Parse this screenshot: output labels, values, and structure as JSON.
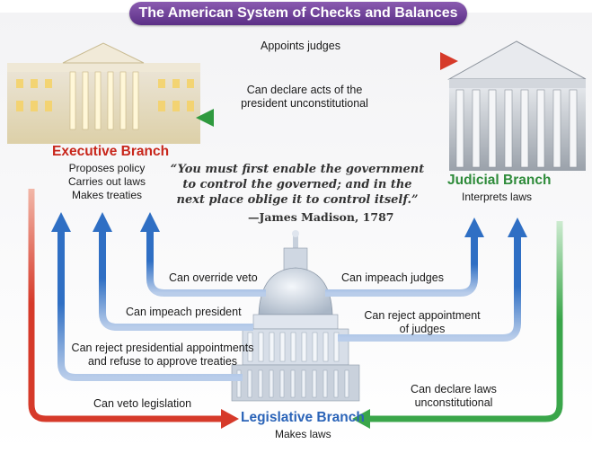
{
  "title": "The American System of Checks and Balances",
  "branches": {
    "executive": {
      "name": "Executive Branch",
      "powers": [
        "Proposes policy",
        "Carries out laws",
        "Makes treaties"
      ]
    },
    "judicial": {
      "name": "Judicial Branch",
      "powers": [
        "Interprets laws"
      ]
    },
    "legislative": {
      "name": "Legislative Branch",
      "powers": [
        "Makes laws"
      ]
    }
  },
  "quote": {
    "text": "“You must first enable the government to control the governed; and in the next place oblige it to control itself.”",
    "attribution": "—James Madison, 1787"
  },
  "checks": {
    "appoints_judges": "Appoints judges",
    "declare_president_unconstitutional": [
      "Can declare acts of the",
      "president unconstitutional"
    ],
    "override_veto": "Can override veto",
    "impeach_president": "Can impeach president",
    "reject_presidential_appointments": [
      "Can reject presidential appointments",
      "and refuse to approve treaties"
    ],
    "veto_legislation": "Can veto legislation",
    "impeach_judges": "Can impeach judges",
    "reject_judge_appointment": [
      "Can reject appointment",
      "of judges"
    ],
    "declare_laws_unconstitutional": [
      "Can declare laws",
      "unconstitutional"
    ]
  },
  "colors": {
    "executive": "#d63a2a",
    "judicial": "#3aa64a",
    "legislative": "#2f6fc4",
    "title_banner": "#6b3a94"
  },
  "icons": [
    "white-house-icon",
    "supreme-court-icon",
    "capitol-dome-icon"
  ]
}
